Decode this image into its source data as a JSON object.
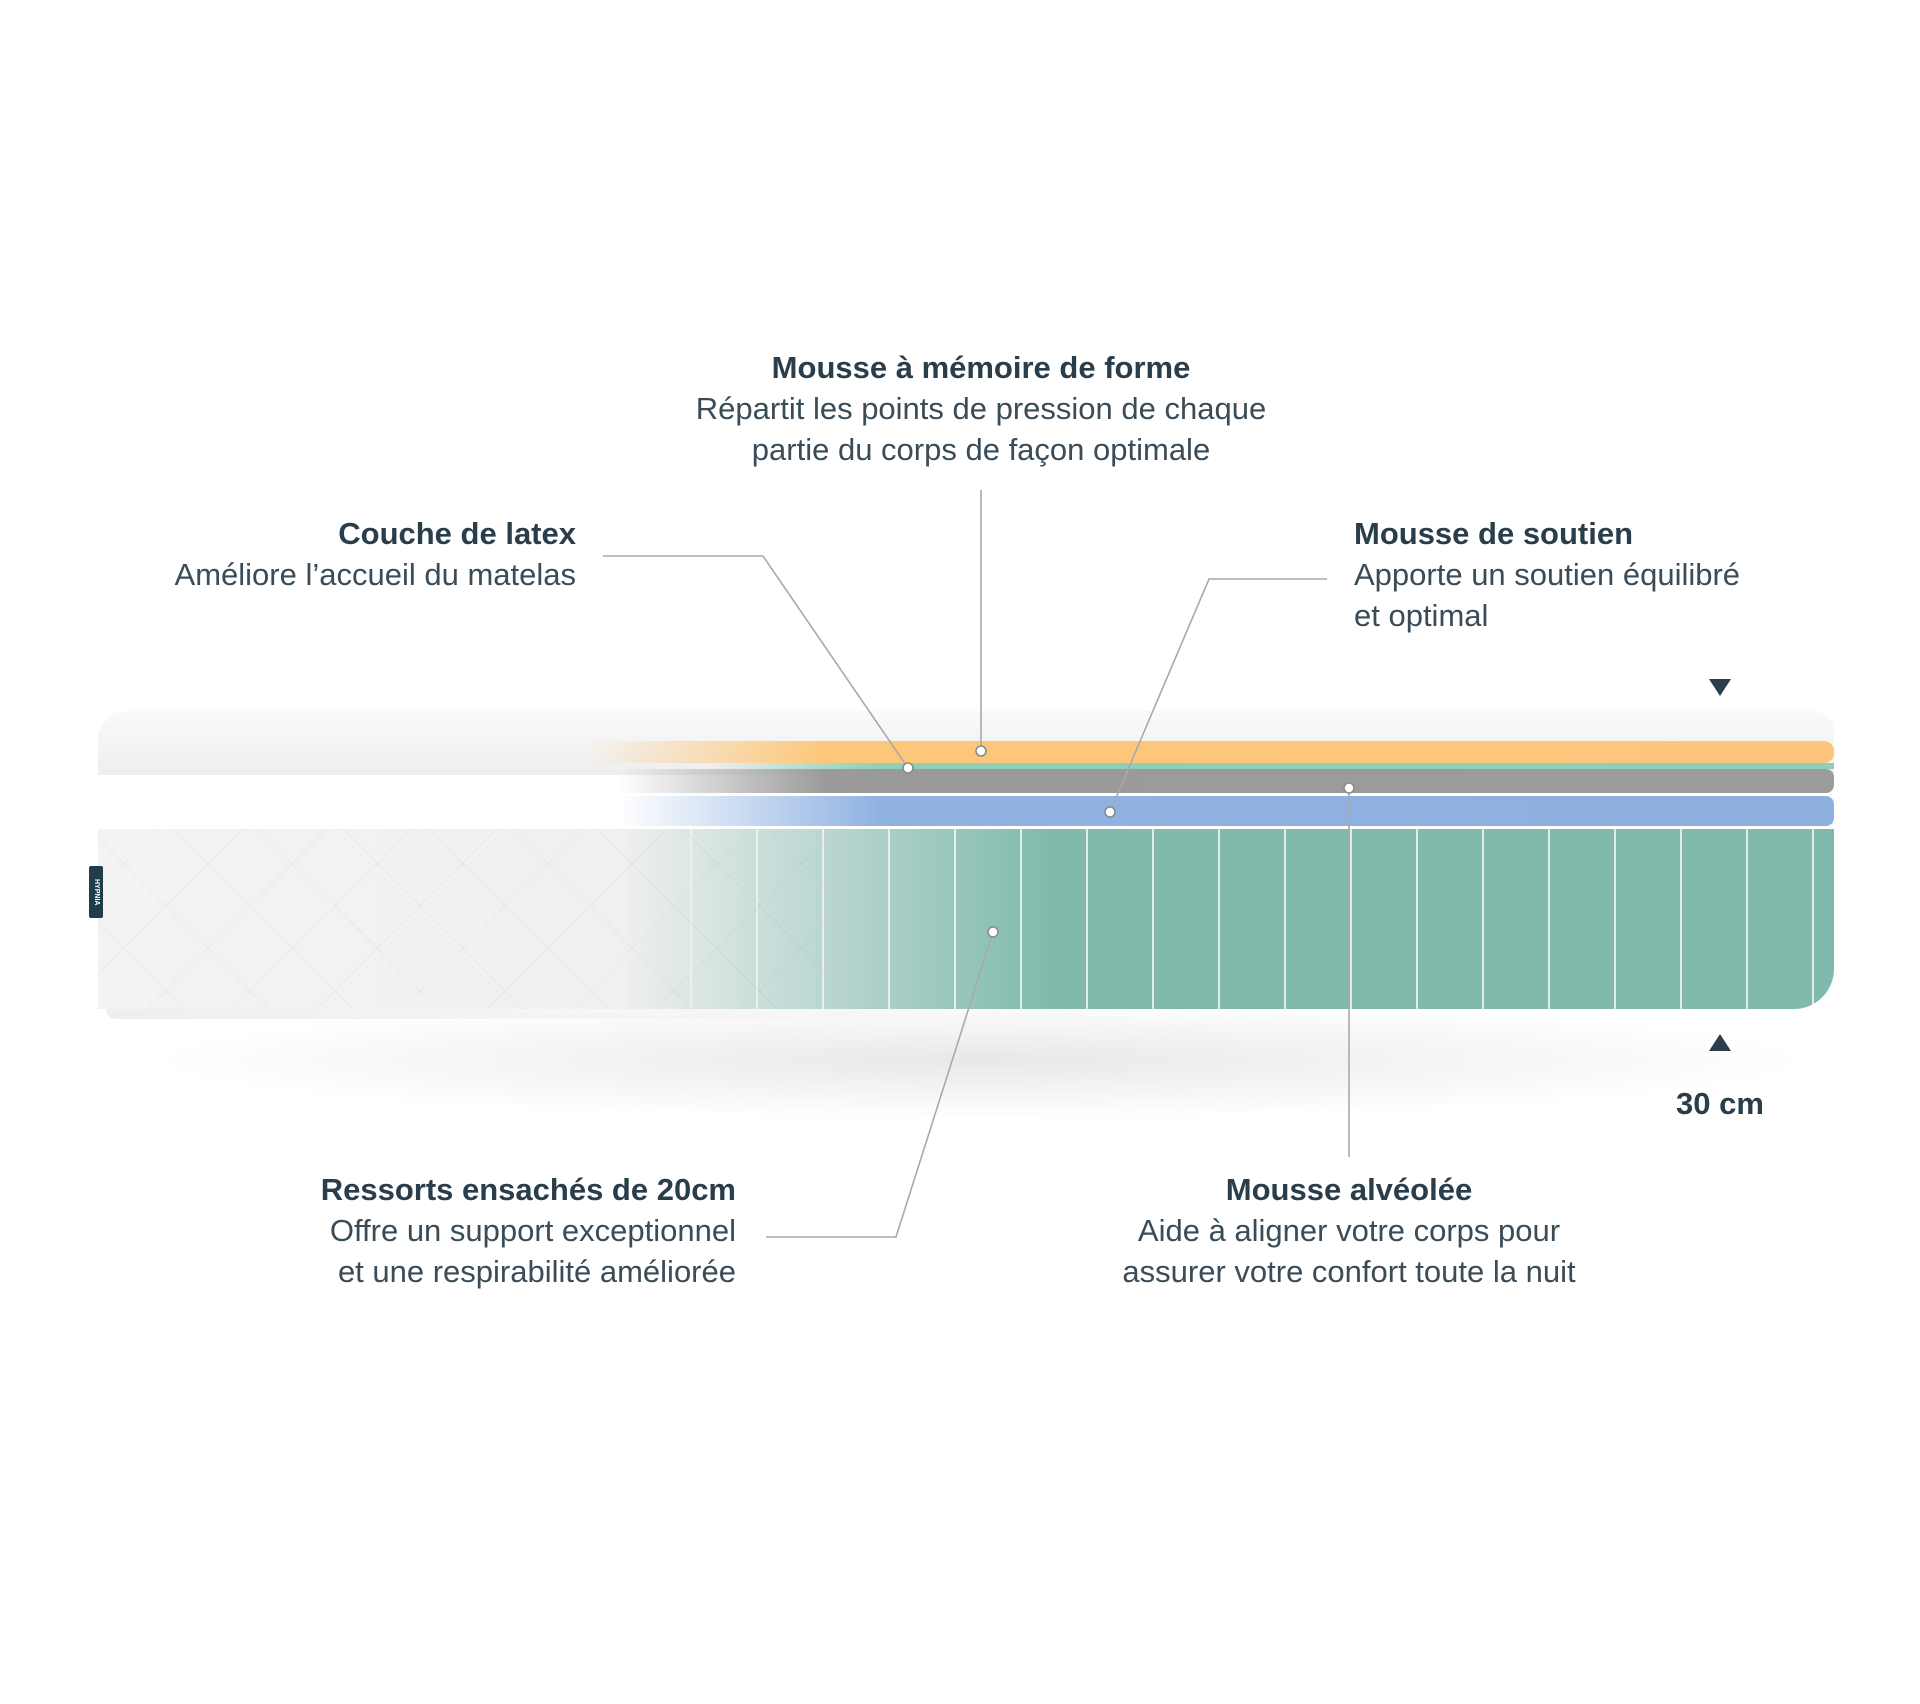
{
  "brand": "HYPNIA",
  "layers": [
    {
      "id": "memory",
      "title": "Mousse à mémoire de forme",
      "lines": [
        "Répartit les points de pression de chaque",
        "partie du corps de façon optimale"
      ],
      "color": "#fcc57c"
    },
    {
      "id": "latex",
      "title": "Couche de latex",
      "lines": [
        "Améliore l’accueil du matelas"
      ],
      "color": "#8fcfb7"
    },
    {
      "id": "support",
      "title": "Mousse de soutien",
      "lines": [
        "Apporte un soutien équilibré",
        "et optimal"
      ],
      "color": "#8eb0e0"
    },
    {
      "id": "springs",
      "title": "Ressorts ensachés de 20cm",
      "lines": [
        "Offre un support exceptionnel",
        "et une respirabilité améliorée"
      ],
      "color": "#7fbaad"
    },
    {
      "id": "egg",
      "title": "Mousse alvéolée",
      "lines": [
        "Aide à aligner votre corps pour",
        "assurer votre confort toute la nuit"
      ],
      "color": "#9c9c9c"
    }
  ],
  "height_label": "30 cm",
  "text_color": "#2a3d4a"
}
